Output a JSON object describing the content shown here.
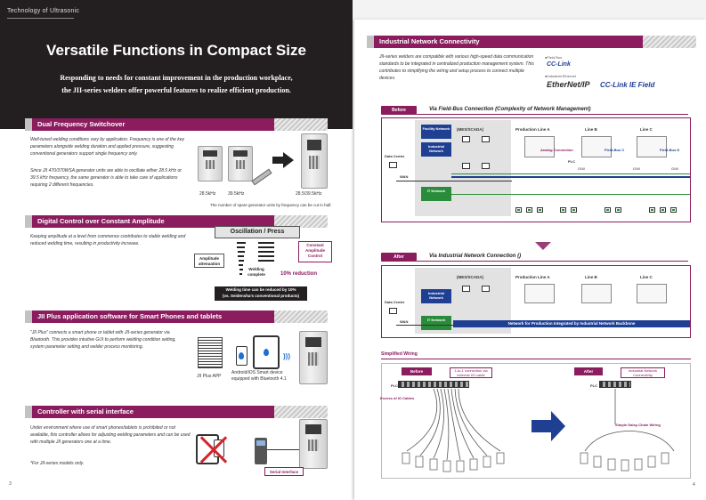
{
  "left_page": {
    "brand": "Technology of Ultrasonic",
    "title": "Versatile Functions in Compact Size",
    "subtitle_line1": "Responding to needs for constant improvement in the production workplace,",
    "subtitle_line2": "the JII-series welders offer powerful features to realize efficient production.",
    "page_number": "3",
    "sections": {
      "dual_freq": {
        "heading": "Dual Frequency Switchover",
        "body1": "Well-tuned welding conditions vary by application. Frequency is one of the key parameters alongside welding duration and applied pressure, suggesting conventional generators support single frequency only.",
        "body2": "Since JII 470/370WSA generator units are able to oscillate either 28.5 kHz or 39.5 kHz frequency, the same generator is able to take care of applications requiring 2 different frequencies.",
        "freq_a": "28.5kHz",
        "freq_b": "39.5kHz",
        "freq_c": "28.5/39.5kHz",
        "note": "The number of spare generator units by frequency can be cut in half."
      },
      "amplitude": {
        "heading": "Digital Control over Constant Amplitude",
        "body": "Keeping amplitude at a level from commence contributes to stable welding and reduced welding time, resulting in productivity increase.",
        "oscillation": "Oscillation / Press",
        "constant_control": "Constant Amplitude Control",
        "amp_attenuation": "Amplitude attenuation",
        "welding_complete": "Welding complete",
        "reduction": "10% reduction",
        "reduced_line1": "Welding time can be reduced by 10%",
        "reduced_line2": "(vs. Seidensha's conventional products)"
      },
      "app": {
        "heading": "JII Plus application software for Smart Phones and tablets",
        "body": "\"JII Plus\" connects a smart phone or tablet with JII-series generator via Bluetooth. This provides intuitive GUI to perform welding condition setting, system parameter setting and welder process monitoring.",
        "cap_app": "JII Plus APP",
        "cap_device1": "Android/iOS Smart device",
        "cap_device2": "equipped with Bluetooth 4.1"
      },
      "serial": {
        "heading": "Controller with serial interface",
        "body": "Under environment where use of smart phones/tablets is prohibited or not available, this controller allows for adjusting welding parameters and can be used with multiple JII generators one at a time.",
        "footnote": "*For JII-series models only.",
        "serial_label": "Serial Interface"
      }
    }
  },
  "right_page": {
    "page_number": "4",
    "network": {
      "heading": "Industrial Network Connectivity",
      "body": "JII-series welders are compatible with various high-speed data communication standards to be integrated in centralized production management system. This contributes to simplifying the wiring and setup process to connect multiple devices.",
      "legend_fieldbus": "●Field Bus",
      "legend_industrial": "●Industrial Ethernet",
      "logo_cclink": "CC-Link",
      "logo_ethernet": "EtherNet/IP",
      "logo_cclink_ie": "CC-Link IE Field"
    },
    "before": {
      "tag": "Before",
      "title": "Via Field-Bus Connection (Complexity of Network Management)",
      "facility": "Facility Network",
      "industrial": "Industrial Network",
      "it": "IT Network",
      "mes": "(MES/SCADA)",
      "data_center": "Data Center",
      "wan": "WAN",
      "line_a": "Production Line A",
      "line_b": "Line B",
      "line_c": "Line C",
      "analog": "Analog Connection",
      "fieldbus_c": "Field-Bus C",
      "fieldbus_d": "Field-Bus D",
      "plc": "PLC",
      "gw": "G/W"
    },
    "after": {
      "tag": "After",
      "title": "Via Industrial Network Connection ()",
      "industrial": "Industrial Network",
      "it": "IT Network",
      "mes": "(MES/SCADA)",
      "data_center": "Data Center",
      "wan": "WAN",
      "line_a": "Production Line A",
      "line_b": "Line B",
      "line_c": "Line C",
      "backbone": "Network for Production Integrated by Industrial Network Backbone"
    },
    "wiring": {
      "heading": "Simplified Wiring",
      "before_tag": "Before",
      "before_callout": "1-to-1 connection via external I/O cable",
      "after_tag": "After",
      "after_callout": "Industrial Network Connectivity",
      "plc": "PLC",
      "excess": "Excess of IO Cables",
      "daisy": "Simple Daisy-Chain Wiring"
    }
  },
  "colors": {
    "accent": "#8b1c5e",
    "dark": "#231f20",
    "network_blue": "#1f3f93",
    "it_green": "#2a8c3a"
  }
}
